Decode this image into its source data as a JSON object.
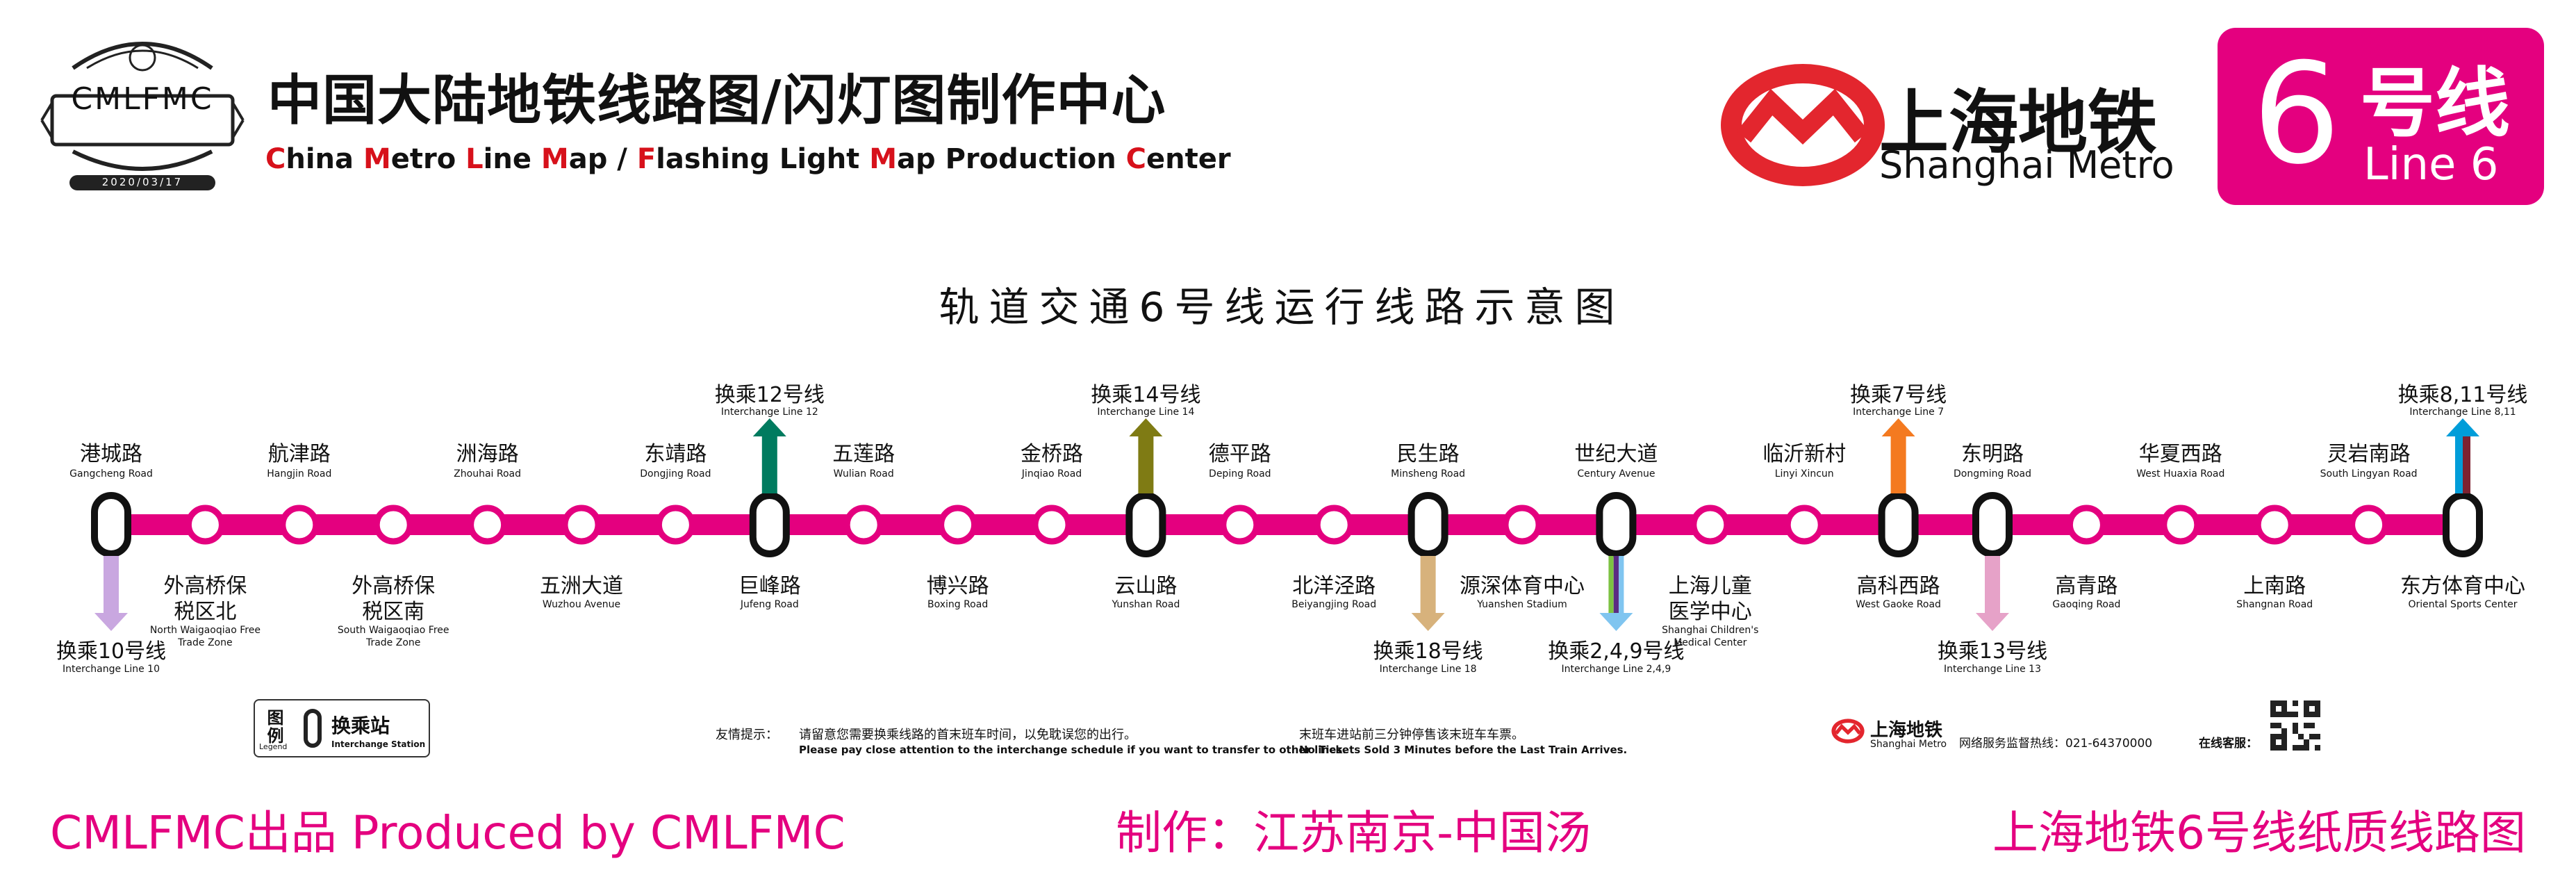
{
  "brand": {
    "logo_text": "CMLFMC",
    "logo_date": "2020/03/17",
    "title_zh": "中国大陆地铁线路图/闪灯图制作中心",
    "title_en_parts": [
      {
        "cap": "C",
        "rest": "hina "
      },
      {
        "cap": "M",
        "rest": "etro "
      },
      {
        "cap": "L",
        "rest": "ine "
      },
      {
        "cap": "M",
        "rest": "ap / "
      },
      {
        "cap": "F",
        "rest": "lashing Light "
      },
      {
        "cap": "M",
        "rest": "ap Production "
      },
      {
        "cap": "C",
        "rest": "enter"
      }
    ]
  },
  "operator": {
    "name_zh": "上海地铁",
    "name_en": "Shanghai Metro"
  },
  "line_badge": {
    "number": "6",
    "suffix_zh": "号线",
    "en": "Line 6",
    "color": "#E4007F"
  },
  "diagram_title": "轨道交通6号线运行线路示意图",
  "line_color": "#E4007F",
  "stations": [
    {
      "zh": "港城路",
      "en": "Gangcheng Road",
      "pos": "above",
      "interchange": true,
      "transfer": {
        "zh": "换乘10号线",
        "en": "Interchange Line 10",
        "dir": "down",
        "colors": [
          "#C9A7E0"
        ]
      }
    },
    {
      "zh": "外高桥保税区北",
      "en": "North Waigaoqiao Free Trade Zone",
      "pos": "below",
      "interchange": false
    },
    {
      "zh": "航津路",
      "en": "Hangjin Road",
      "pos": "above",
      "interchange": false
    },
    {
      "zh": "外高桥保税区南",
      "en": "South Waigaoqiao Free Trade Zone",
      "pos": "below",
      "interchange": false
    },
    {
      "zh": "洲海路",
      "en": "Zhouhai Road",
      "pos": "above",
      "interchange": false
    },
    {
      "zh": "五洲大道",
      "en": "Wuzhou Avenue",
      "pos": "below",
      "interchange": false
    },
    {
      "zh": "东靖路",
      "en": "Dongjing Road",
      "pos": "above",
      "interchange": false
    },
    {
      "zh": "巨峰路",
      "en": "Jufeng Road",
      "pos": "below",
      "interchange": true,
      "transfer": {
        "zh": "换乘12号线",
        "en": "Interchange Line 12",
        "dir": "up",
        "colors": [
          "#007B5F"
        ]
      }
    },
    {
      "zh": "五莲路",
      "en": "Wulian Road",
      "pos": "above",
      "interchange": false
    },
    {
      "zh": "博兴路",
      "en": "Boxing Road",
      "pos": "below",
      "interchange": false
    },
    {
      "zh": "金桥路",
      "en": "Jinqiao Road",
      "pos": "above",
      "interchange": false
    },
    {
      "zh": "云山路",
      "en": "Yunshan Road",
      "pos": "below",
      "interchange": true,
      "transfer": {
        "zh": "换乘14号线",
        "en": "Interchange Line 14",
        "dir": "up",
        "colors": [
          "#7F7B14"
        ]
      }
    },
    {
      "zh": "德平路",
      "en": "Deping Road",
      "pos": "above",
      "interchange": false
    },
    {
      "zh": "北洋泾路",
      "en": "Beiyangjing Road",
      "pos": "below",
      "interchange": false
    },
    {
      "zh": "民生路",
      "en": "Minsheng Road",
      "pos": "above",
      "interchange": true,
      "transfer": {
        "zh": "换乘18号线",
        "en": "Interchange Line 18",
        "dir": "down",
        "colors": [
          "#D7B27C"
        ]
      }
    },
    {
      "zh": "源深体育中心",
      "en": "Yuanshen Stadium",
      "pos": "below",
      "interchange": false
    },
    {
      "zh": "世纪大道",
      "en": "Century Avenue",
      "pos": "above",
      "interchange": true,
      "transfer": {
        "zh": "换乘2,4,9号线",
        "en": "Interchange Line 2,4,9",
        "dir": "down",
        "colors": [
          "#7DC242",
          "#5B2C83",
          "#80C5F0"
        ]
      }
    },
    {
      "zh": "上海儿童医学中心",
      "en": "Shanghai Children's Medical Center",
      "pos": "below",
      "interchange": false
    },
    {
      "zh": "临沂新村",
      "en": "Linyi Xincun",
      "pos": "above",
      "interchange": false
    },
    {
      "zh": "高科西路",
      "en": "West Gaoke Road",
      "pos": "below",
      "interchange": true,
      "transfer": {
        "zh": "换乘7号线",
        "en": "Interchange Line 7",
        "dir": "up",
        "colors": [
          "#F47A20"
        ]
      }
    },
    {
      "zh": "东明路",
      "en": "Dongming Road",
      "pos": "above",
      "interchange": true,
      "transfer": {
        "zh": "换乘13号线",
        "en": "Interchange Line 13",
        "dir": "down",
        "colors": [
          "#E6A2C8"
        ]
      }
    },
    {
      "zh": "高青路",
      "en": "Gaoqing Road",
      "pos": "below",
      "interchange": false
    },
    {
      "zh": "华夏西路",
      "en": "West Huaxia Road",
      "pos": "above",
      "interchange": false
    },
    {
      "zh": "上南路",
      "en": "Shangnan Road",
      "pos": "below",
      "interchange": false
    },
    {
      "zh": "灵岩南路",
      "en": "South Lingyan Road",
      "pos": "above",
      "interchange": false
    },
    {
      "zh": "东方体育中心",
      "en": "Oriental Sports Center",
      "pos": "below",
      "interchange": true,
      "transfer": {
        "zh": "换乘8,11号线",
        "en": "Interchange Line 8,11",
        "dir": "up",
        "colors": [
          "#009DD9",
          "#7D2231"
        ]
      }
    }
  ],
  "legend": {
    "label_zh": "图例",
    "label_en": "Legend",
    "item_zh": "换乘站",
    "item_en": "Interchange Station"
  },
  "notice": {
    "label": "友情提示：",
    "zh1": "请留意您需要换乘线路的首末班车时间，以免耽误您的出行。",
    "en1": "Please pay close attention to the interchange schedule if you want to transfer to other lines.",
    "zh2": "末班车进站前三分钟停售该末班车车票。",
    "en2": "No Tickets Sold 3 Minutes before the Last Train Arrives."
  },
  "service": {
    "name_zh": "上海地铁",
    "name_en": "Shanghai Metro",
    "hotline": "网络服务监督热线：021-64370000",
    "online": "在线客服："
  },
  "footer": {
    "left": "CMLFMC出品  Produced by CMLFMC",
    "center": "制作：江苏南京-中国汤",
    "right": "上海地铁6号线纸质线路图",
    "color": "#E4007F"
  }
}
